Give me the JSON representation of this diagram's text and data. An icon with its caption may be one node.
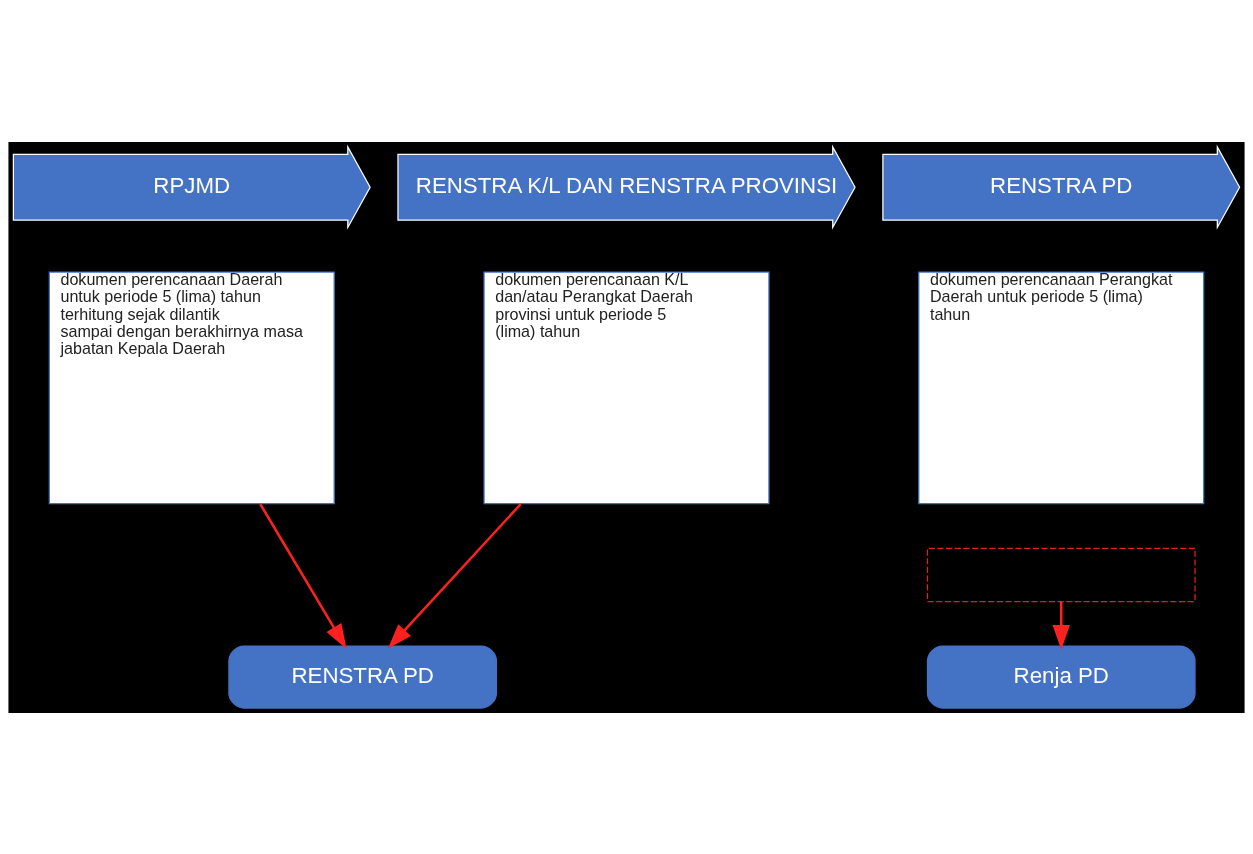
{
  "diagram": {
    "nodes": [
      {
        "text": [
          "RPJMD"
        ]
      },
      {
        "text": [
          "dokumen perencanaan Daerah untuk periode 5 (lima) tahun terhitung sejak dilantik sampai dengan berakhirnya masa jabatan Kepala Daerah"
        ]
      },
      {
        "text": [
          "RENSTRA K/L DAN RENSTRA PROVINSI"
        ]
      },
      {
        "text": [
          "dokumen perencanaan K/L dan/atau Perangkat Daerah provinsi untuk periode 5 (lima) tahun"
        ]
      },
      {
        "text": [
          "RENSTRA PD"
        ]
      },
      {
        "text": [
          "dokumen perencanaan Perangkat Daerah untuk periode 5 (lima) tahun"
        ]
      },
      {
        "text": [],
        "shape": "box"
      },
      {
        "text": [
          "RENSTRA PD"
        ]
      },
      {
        "text": [
          "Renja PD"
        ]
      }
    ],
    "edges": [
      {
        "from": 1,
        "to": 7,
        "arrow": "to"
      },
      {
        "from": 3,
        "to": 7,
        "arrow": "to"
      },
      {
        "from": 6,
        "to": 8,
        "arrow": "to"
      }
    ]
  }
}
